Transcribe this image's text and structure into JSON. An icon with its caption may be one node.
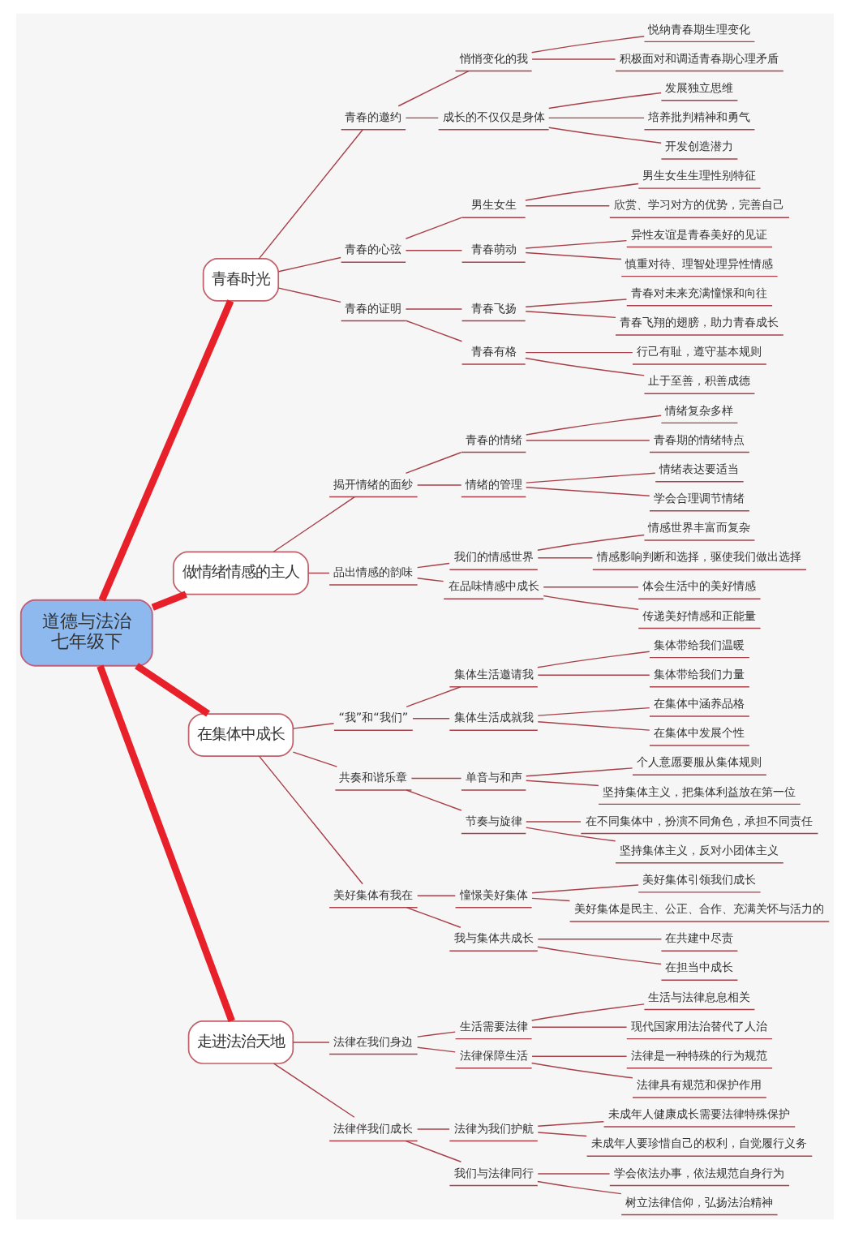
{
  "diagram": {
    "nodes": [
      {
        "text": [
          "道德与法治",
          "七年级下"
        ]
      },
      {
        "text": [
          "青春时光"
        ]
      },
      {
        "text": [
          "青春的邀约"
        ]
      },
      {
        "text": [
          "悄悄变化的我"
        ]
      },
      {
        "text": [
          "悦纳青春期生理变化"
        ]
      },
      {
        "text": [
          "积极面对和调适青春期心理矛盾"
        ]
      },
      {
        "text": [
          "成长的不仅仅是身体"
        ]
      },
      {
        "text": [
          "发展独立思维"
        ]
      },
      {
        "text": [
          "培养批判精神和勇气"
        ]
      },
      {
        "text": [
          "开发创造潜力"
        ]
      },
      {
        "text": [
          "青春的心弦"
        ]
      },
      {
        "text": [
          "男生女生"
        ]
      },
      {
        "text": [
          "男生女生生理性别特征"
        ]
      },
      {
        "text": [
          "欣赏、学习对方的优势，完善自己"
        ]
      },
      {
        "text": [
          "青春萌动"
        ]
      },
      {
        "text": [
          "异性友谊是青春美好的见证"
        ]
      },
      {
        "text": [
          "慎重对待、理智处理异性情感"
        ]
      },
      {
        "text": [
          "青春的证明"
        ]
      },
      {
        "text": [
          "青春飞扬"
        ]
      },
      {
        "text": [
          "青春对未来充满憧憬和向往"
        ]
      },
      {
        "text": [
          "青春飞翔的翅膀，助力青春成长"
        ]
      },
      {
        "text": [
          "青春有格"
        ]
      },
      {
        "text": [
          "行己有耻，遵守基本规则"
        ]
      },
      {
        "text": [
          "止于至善，积善成德"
        ]
      },
      {
        "text": [
          "做情绪情感的主人"
        ]
      },
      {
        "text": [
          "揭开情绪的面纱"
        ]
      },
      {
        "text": [
          "青春的情绪"
        ]
      },
      {
        "text": [
          "情绪复杂多样"
        ]
      },
      {
        "text": [
          "青春期的情绪特点"
        ]
      },
      {
        "text": [
          "情绪的管理"
        ]
      },
      {
        "text": [
          "情绪表达要适当"
        ]
      },
      {
        "text": [
          "学会合理调节情绪"
        ]
      },
      {
        "text": [
          "品出情感的韵味"
        ]
      },
      {
        "text": [
          "我们的情感世界"
        ]
      },
      {
        "text": [
          "情感世界丰富而复杂"
        ]
      },
      {
        "text": [
          "情感影响判断和选择，驱使我们做出选择"
        ]
      },
      {
        "text": [
          "在品味情感中成长"
        ]
      },
      {
        "text": [
          "体会生活中的美好情感"
        ]
      },
      {
        "text": [
          "传递美好情感和正能量"
        ]
      },
      {
        "text": [
          "在集体中成长"
        ]
      },
      {
        "text": [
          "“我”和“我们”"
        ]
      },
      {
        "text": [
          "集体生活邀请我"
        ]
      },
      {
        "text": [
          "集体带给我们温暖"
        ]
      },
      {
        "text": [
          "集体带给我们力量"
        ]
      },
      {
        "text": [
          "集体生活成就我"
        ]
      },
      {
        "text": [
          "在集体中涵养品格"
        ]
      },
      {
        "text": [
          "在集体中发展个性"
        ]
      },
      {
        "text": [
          "共奏和谐乐章"
        ]
      },
      {
        "text": [
          "单音与和声"
        ]
      },
      {
        "text": [
          "个人意愿要服从集体规则"
        ]
      },
      {
        "text": [
          "坚持集体主义，把集体利益放在第一位"
        ]
      },
      {
        "text": [
          "节奏与旋律"
        ]
      },
      {
        "text": [
          "在不同集体中，扮演不同角色，承担不同责任"
        ]
      },
      {
        "text": [
          "坚持集体主义，反对小团体主义"
        ]
      },
      {
        "text": [
          "美好集体有我在"
        ]
      },
      {
        "text": [
          "憧憬美好集体"
        ]
      },
      {
        "text": [
          "美好集体引领我们成长"
        ]
      },
      {
        "text": [
          "美好集体是民主、公正、合作、充满关怀与活力的"
        ]
      },
      {
        "text": [
          "我与集体共成长"
        ]
      },
      {
        "text": [
          "在共建中尽责"
        ]
      },
      {
        "text": [
          "在担当中成长"
        ]
      },
      {
        "text": [
          "走进法治天地"
        ]
      },
      {
        "text": [
          "法律在我们身边"
        ]
      },
      {
        "text": [
          "生活需要法律"
        ]
      },
      {
        "text": [
          "生活与法律息息相关"
        ]
      },
      {
        "text": [
          "现代国家用法治替代了人治"
        ]
      },
      {
        "text": [
          "法律保障生活"
        ]
      },
      {
        "text": [
          "法律是一种特殊的行为规范"
        ]
      },
      {
        "text": [
          "法律具有规范和保护作用"
        ]
      },
      {
        "text": [
          "法律伴我们成长"
        ]
      },
      {
        "text": [
          "法律为我们护航"
        ]
      },
      {
        "text": [
          "未成年人健康成长需要法律特殊保护"
        ]
      },
      {
        "text": [
          "未成年人要珍惜自己的权利，自觉履行义务"
        ]
      },
      {
        "text": [
          "我们与法律同行"
        ]
      },
      {
        "text": [
          "学会依法办事，依法规范自身行为"
        ]
      },
      {
        "text": [
          "树立法律信仰，弘扬法治精神"
        ]
      }
    ],
    "edges": [
      {
        "from": 0,
        "to": 1,
        "arrow": "none",
        "style": "thick",
        "color": "#e8202a"
      },
      {
        "from": 1,
        "to": 2,
        "arrow": "none"
      },
      {
        "from": 2,
        "to": 3,
        "arrow": "none"
      },
      {
        "from": 3,
        "to": 4,
        "arrow": "none"
      },
      {
        "from": 3,
        "to": 5,
        "arrow": "none"
      },
      {
        "from": 2,
        "to": 6,
        "arrow": "none"
      },
      {
        "from": 6,
        "to": 7,
        "arrow": "none"
      },
      {
        "from": 6,
        "to": 8,
        "arrow": "none"
      },
      {
        "from": 6,
        "to": 9,
        "arrow": "none"
      },
      {
        "from": 1,
        "to": 10,
        "arrow": "none"
      },
      {
        "from": 10,
        "to": 11,
        "arrow": "none"
      },
      {
        "from": 11,
        "to": 12,
        "arrow": "none"
      },
      {
        "from": 11,
        "to": 13,
        "arrow": "none"
      },
      {
        "from": 10,
        "to": 14,
        "arrow": "none"
      },
      {
        "from": 14,
        "to": 15,
        "arrow": "none"
      },
      {
        "from": 14,
        "to": 16,
        "arrow": "none"
      },
      {
        "from": 1,
        "to": 17,
        "arrow": "none"
      },
      {
        "from": 17,
        "to": 18,
        "arrow": "none"
      },
      {
        "from": 18,
        "to": 19,
        "arrow": "none"
      },
      {
        "from": 18,
        "to": 20,
        "arrow": "none"
      },
      {
        "from": 17,
        "to": 21,
        "arrow": "none"
      },
      {
        "from": 21,
        "to": 22,
        "arrow": "none"
      },
      {
        "from": 21,
        "to": 23,
        "arrow": "none"
      },
      {
        "from": 0,
        "to": 24,
        "arrow": "none",
        "style": "thick",
        "color": "#e8202a"
      },
      {
        "from": 24,
        "to": 25,
        "arrow": "none"
      },
      {
        "from": 25,
        "to": 26,
        "arrow": "none"
      },
      {
        "from": 26,
        "to": 27,
        "arrow": "none"
      },
      {
        "from": 26,
        "to": 28,
        "arrow": "none"
      },
      {
        "from": 25,
        "to": 29,
        "arrow": "none"
      },
      {
        "from": 29,
        "to": 30,
        "arrow": "none"
      },
      {
        "from": 29,
        "to": 31,
        "arrow": "none"
      },
      {
        "from": 24,
        "to": 32,
        "arrow": "none"
      },
      {
        "from": 32,
        "to": 33,
        "arrow": "none"
      },
      {
        "from": 33,
        "to": 34,
        "arrow": "none"
      },
      {
        "from": 33,
        "to": 35,
        "arrow": "none"
      },
      {
        "from": 32,
        "to": 36,
        "arrow": "none"
      },
      {
        "from": 36,
        "to": 37,
        "arrow": "none"
      },
      {
        "from": 36,
        "to": 38,
        "arrow": "none"
      },
      {
        "from": 0,
        "to": 39,
        "arrow": "none",
        "style": "thick",
        "color": "#e8202a"
      },
      {
        "from": 39,
        "to": 40,
        "arrow": "none"
      },
      {
        "from": 40,
        "to": 41,
        "arrow": "none"
      },
      {
        "from": 41,
        "to": 42,
        "arrow": "none"
      },
      {
        "from": 41,
        "to": 43,
        "arrow": "none"
      },
      {
        "from": 40,
        "to": 44,
        "arrow": "none"
      },
      {
        "from": 44,
        "to": 45,
        "arrow": "none"
      },
      {
        "from": 44,
        "to": 46,
        "arrow": "none"
      },
      {
        "from": 39,
        "to": 47,
        "arrow": "none"
      },
      {
        "from": 47,
        "to": 48,
        "arrow": "none"
      },
      {
        "from": 48,
        "to": 49,
        "arrow": "none"
      },
      {
        "from": 48,
        "to": 50,
        "arrow": "none"
      },
      {
        "from": 47,
        "to": 51,
        "arrow": "none"
      },
      {
        "from": 51,
        "to": 52,
        "arrow": "none"
      },
      {
        "from": 51,
        "to": 53,
        "arrow": "none"
      },
      {
        "from": 39,
        "to": 54,
        "arrow": "none"
      },
      {
        "from": 54,
        "to": 55,
        "arrow": "none"
      },
      {
        "from": 55,
        "to": 56,
        "arrow": "none"
      },
      {
        "from": 55,
        "to": 57,
        "arrow": "none"
      },
      {
        "from": 54,
        "to": 58,
        "arrow": "none"
      },
      {
        "from": 58,
        "to": 59,
        "arrow": "none"
      },
      {
        "from": 58,
        "to": 60,
        "arrow": "none"
      },
      {
        "from": 0,
        "to": 61,
        "arrow": "none",
        "style": "thick",
        "color": "#e8202a"
      },
      {
        "from": 61,
        "to": 62,
        "arrow": "none"
      },
      {
        "from": 62,
        "to": 63,
        "arrow": "none"
      },
      {
        "from": 63,
        "to": 64,
        "arrow": "none"
      },
      {
        "from": 63,
        "to": 65,
        "arrow": "none"
      },
      {
        "from": 62,
        "to": 66,
        "arrow": "none"
      },
      {
        "from": 66,
        "to": 67,
        "arrow": "none"
      },
      {
        "from": 66,
        "to": 68,
        "arrow": "none"
      },
      {
        "from": 61,
        "to": 69,
        "arrow": "none"
      },
      {
        "from": 69,
        "to": 70,
        "arrow": "none"
      },
      {
        "from": 70,
        "to": 71,
        "arrow": "none"
      },
      {
        "from": 70,
        "to": 72,
        "arrow": "none"
      },
      {
        "from": 69,
        "to": 73,
        "arrow": "none"
      },
      {
        "from": 73,
        "to": 74,
        "arrow": "none"
      },
      {
        "from": 73,
        "to": 75,
        "arrow": "none"
      }
    ]
  }
}
